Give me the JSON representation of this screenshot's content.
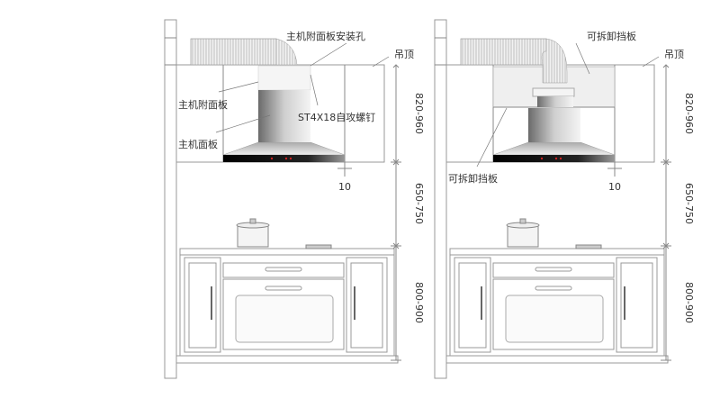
{
  "left_panel": {
    "labels": {
      "mount_hole": "主机附面板安装孔",
      "ceiling": "吊顶",
      "aux_panel": "主机附面板",
      "screw": "ST4X18自攻螺钉",
      "main_panel": "主机面板",
      "gap": "10"
    },
    "dimensions": [
      "820-960",
      "650-750",
      "800-900"
    ]
  },
  "right_panel": {
    "labels": {
      "baffle_top": "可拆卸挡板",
      "ceiling": "吊顶",
      "baffle_bottom": "可拆卸挡板",
      "gap": "10"
    },
    "dimensions": [
      "820-960",
      "650-750",
      "800-900"
    ]
  },
  "colors": {
    "line": "#888888",
    "hood_dark": "#111111",
    "indicator": "#cc2222"
  }
}
